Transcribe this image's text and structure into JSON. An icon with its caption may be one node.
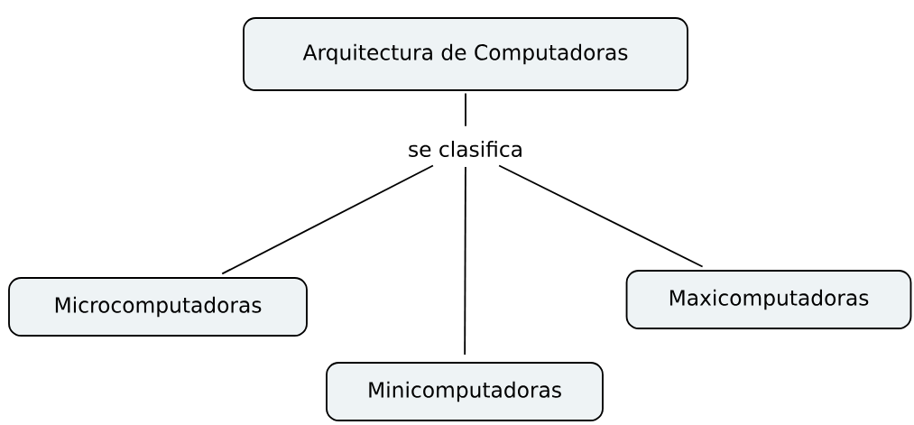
{
  "diagram": {
    "nodes": [
      {
        "text": [
          "Arquitectura de Computadoras"
        ]
      },
      {
        "text": [
          "se clasifica"
        ]
      },
      {
        "text": [
          "Microcomputadoras"
        ]
      },
      {
        "text": [
          "Minicomputadoras"
        ]
      },
      {
        "text": [
          "Maxicomputadoras"
        ]
      }
    ],
    "edges": [
      {
        "from": 0,
        "to": 1,
        "arrow": "none"
      },
      {
        "from": 1,
        "to": 2,
        "arrow": "none"
      },
      {
        "from": 1,
        "to": 3,
        "arrow": "none"
      },
      {
        "from": 1,
        "to": 4,
        "arrow": "none"
      }
    ]
  }
}
